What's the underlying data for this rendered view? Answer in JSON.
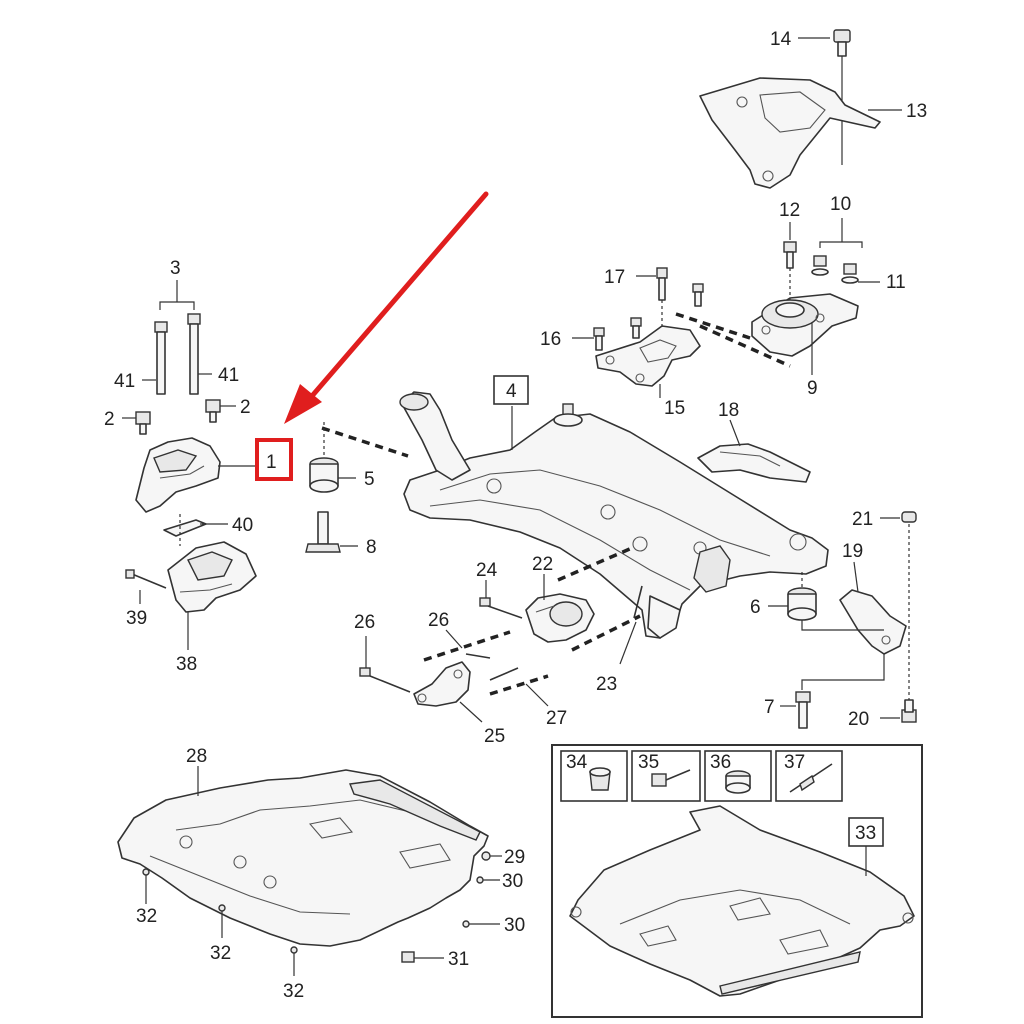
{
  "diagram": {
    "accent_color": "#e01e1e",
    "highlighted_label": "1",
    "labels": {
      "l1": "1",
      "l2a": "2",
      "l2b": "2",
      "l3": "3",
      "l4": "4",
      "l5": "5",
      "l6": "6",
      "l7": "7",
      "l8": "8",
      "l9": "9",
      "l10": "10",
      "l11": "11",
      "l12": "12",
      "l13": "13",
      "l14": "14",
      "l15": "15",
      "l16": "16",
      "l17": "17",
      "l18": "18",
      "l19": "19",
      "l20": "20",
      "l21": "21",
      "l22": "22",
      "l23": "23",
      "l24": "24",
      "l25": "25",
      "l26a": "26",
      "l26b": "26",
      "l27": "27",
      "l28": "28",
      "l29": "29",
      "l30a": "30",
      "l30b": "30",
      "l31": "31",
      "l32a": "32",
      "l32b": "32",
      "l32c": "32",
      "l33": "33",
      "l34": "34",
      "l35": "35",
      "l36": "36",
      "l37": "37",
      "l38": "38",
      "l39": "39",
      "l40": "40",
      "l41a": "41",
      "l41b": "41"
    }
  }
}
